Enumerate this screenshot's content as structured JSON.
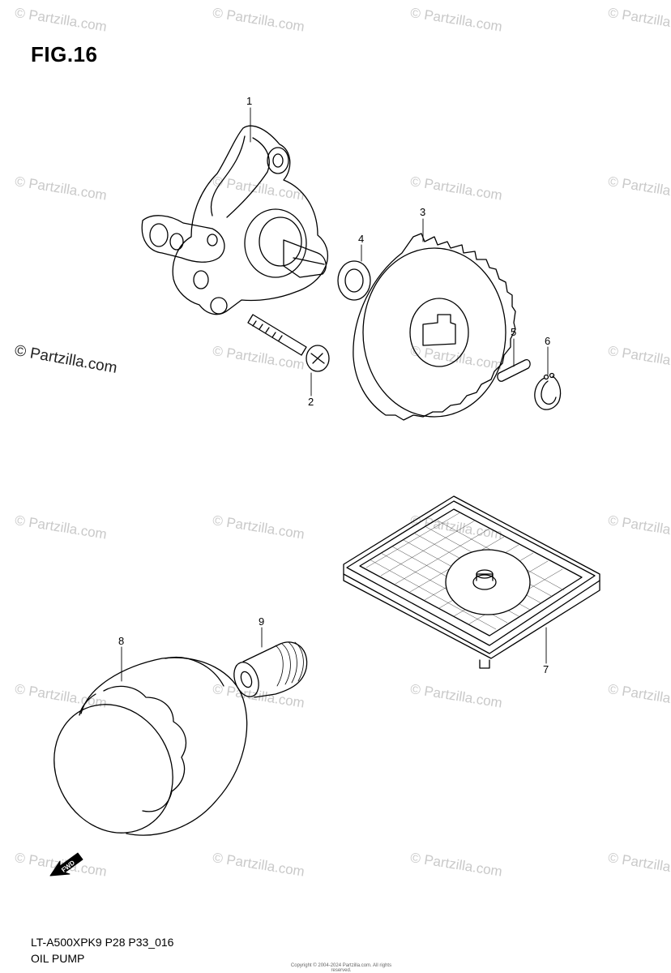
{
  "figure": {
    "title": "FIG.16",
    "model_code": "LT-A500XPK9 P28 P33_016",
    "caption": "OIL PUMP",
    "fwd_label": "FWD",
    "copyright": "Copyright © 2004-2024 Partzilla.com. All rights reserved."
  },
  "watermark": {
    "text": "© Partzilla.com",
    "main_text": "© Partzilla.com"
  },
  "callouts": [
    "1",
    "2",
    "3",
    "4",
    "5",
    "6",
    "7",
    "8",
    "9"
  ]
}
